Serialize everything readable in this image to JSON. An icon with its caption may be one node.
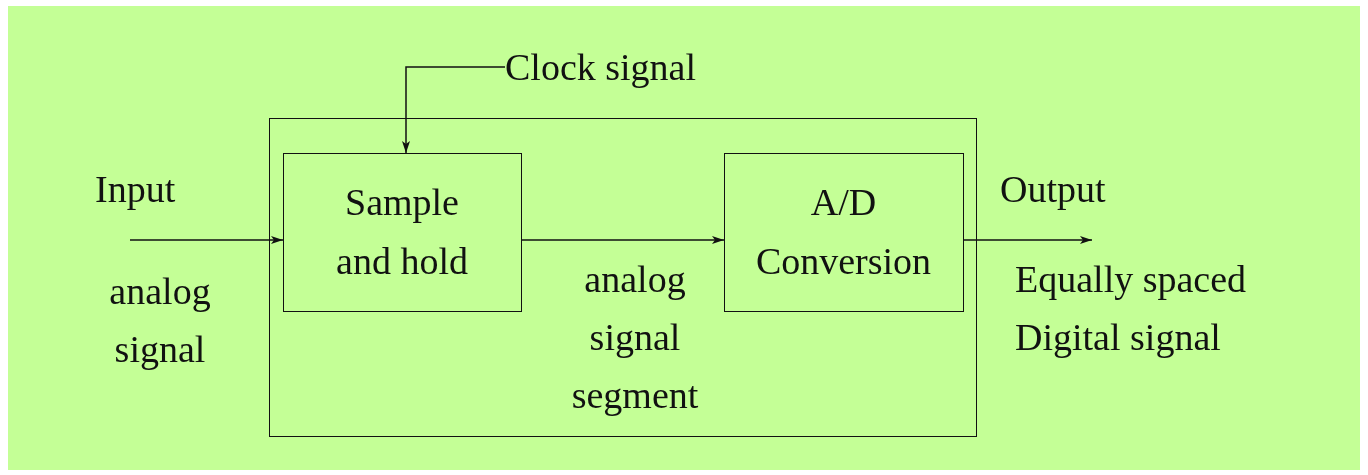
{
  "diagram": {
    "nodes": [
      {
        "text": [],
        "shape": "box"
      },
      {
        "text": [
          "Sample and hold"
        ],
        "in": 0
      },
      {
        "text": [
          "A/D Conversion"
        ],
        "in": 0
      },
      {
        "text": [
          "Clock signal"
        ]
      }
    ],
    "edges": [
      {
        "from": 3,
        "to": 1,
        "arrow": "to"
      },
      {
        "from": null,
        "to": 1,
        "arrow": "to"
      },
      {
        "from": 1,
        "to": 2,
        "arrow": "to"
      },
      {
        "from": 2,
        "to": null,
        "arrow": "to"
      }
    ],
    "labels": [
      "Input",
      "Output",
      "analog signal",
      "analog signal segment",
      "Equally spaced Digital signal"
    ]
  }
}
